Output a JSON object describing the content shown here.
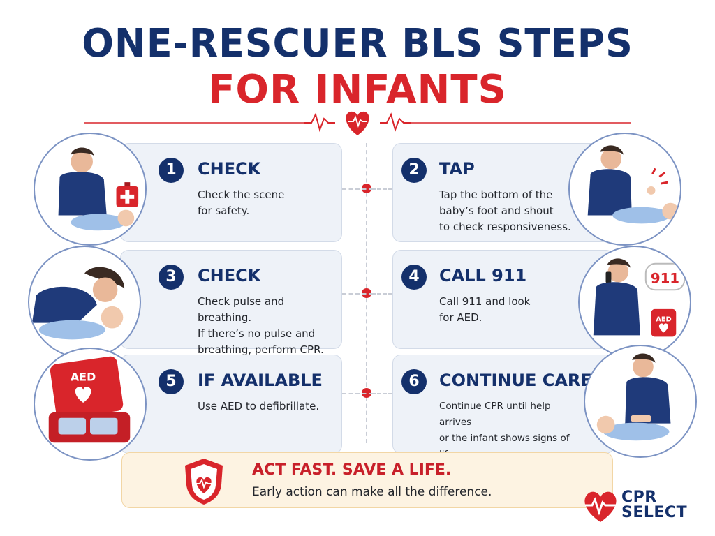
{
  "title": {
    "line1": "ONE-RESCUER BLS STEPS",
    "line2": "FOR INFANTS"
  },
  "colors": {
    "navy": "#14306b",
    "red": "#d9252b",
    "card_bg": "#eef2f8",
    "banner_bg": "#fdf3e2"
  },
  "steps": [
    {
      "number": "1",
      "title": "CHECK",
      "description": "Check the scene\nfor safety.",
      "icon": "first-aid-kit-icon"
    },
    {
      "number": "2",
      "title": "TAP",
      "description": "Tap the bottom of the\nbaby’s foot and shout\nto check responsiveness.",
      "icon": "tap-foot-icon"
    },
    {
      "number": "3",
      "title": "CHECK",
      "description": "Check pulse and breathing.\nIf there’s no pulse and\nbreathing, perform CPR.",
      "icon": "check-breathing-icon"
    },
    {
      "number": "4",
      "title": "CALL 911",
      "description": "Call 911 and look\nfor AED.",
      "icon": "phone-call-icon",
      "bubble": "911",
      "aed_label": "AED"
    },
    {
      "number": "5",
      "title": "IF AVAILABLE",
      "description": "Use AED to defibrillate.",
      "icon": "aed-case-icon",
      "aed_label": "AED"
    },
    {
      "number": "6",
      "title": "CONTINUE CARE",
      "description": "Continue CPR until help arrives\nor the infant shows signs of life.",
      "icon": "cpr-compressions-icon"
    }
  ],
  "banner": {
    "headline": "ACT FAST. SAVE A LIFE.",
    "subtext": "Early action can make all the difference.",
    "icon": "shield-heart-icon"
  },
  "logo": {
    "line1": "CPR",
    "line2": "SELECT",
    "icon": "heart-logo-icon"
  }
}
